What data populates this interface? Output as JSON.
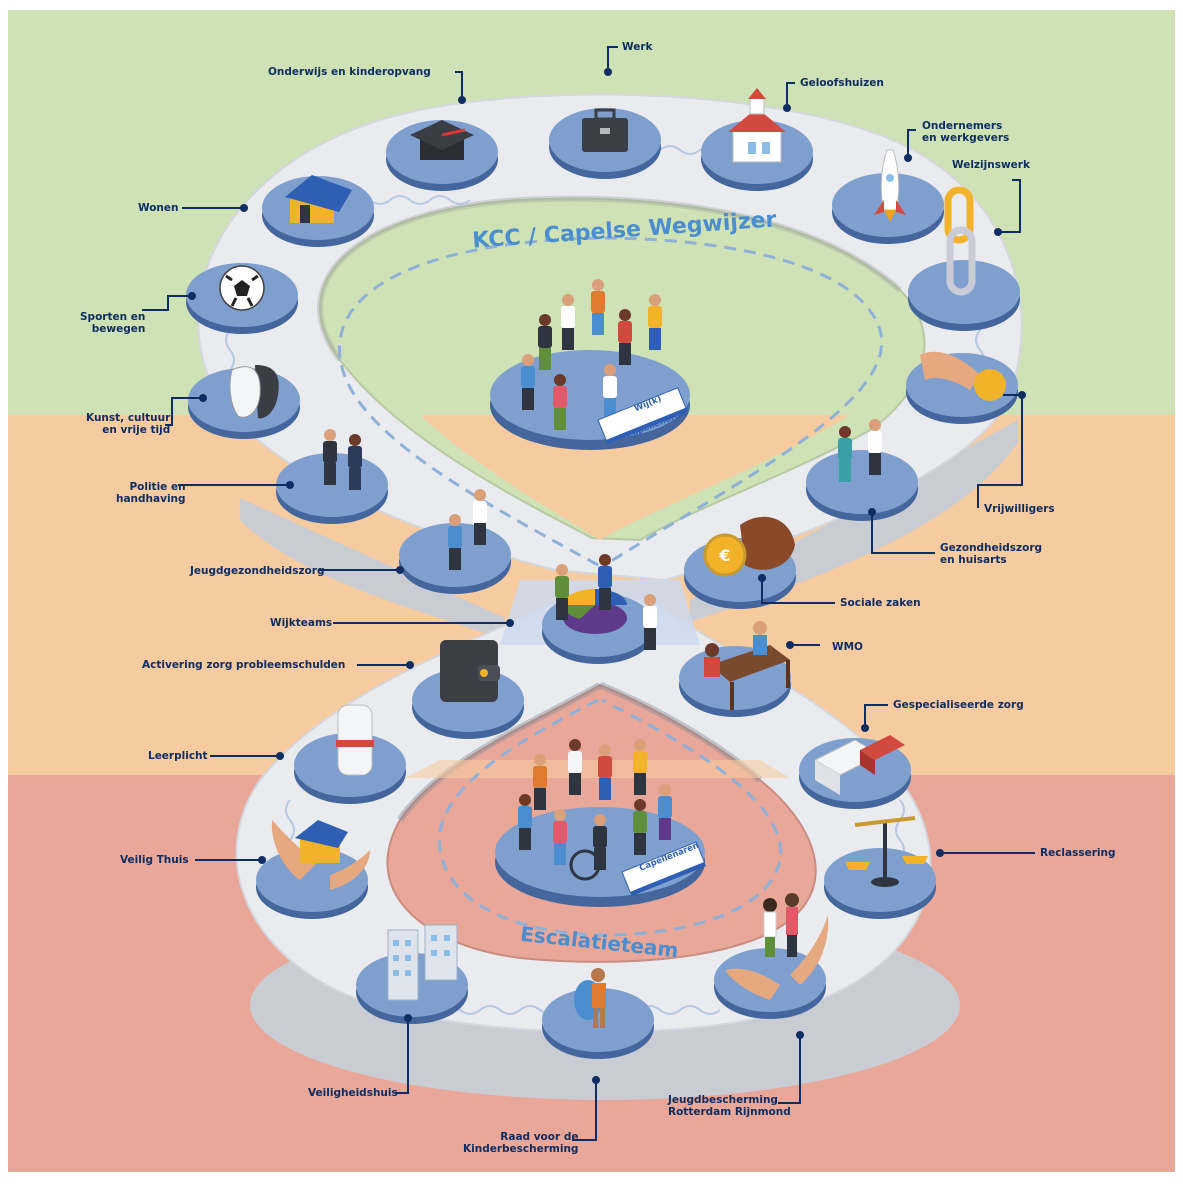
{
  "colors": {
    "zone_top": "#cfe2b5",
    "zone_mid": "#f6cba0",
    "zone_bottom": "#e9a799",
    "track": "#e9ebef",
    "track_side": "#c9ccd3",
    "disc": "#7f9fcf",
    "disc_dark": "#44669c",
    "label": "#0e2d63",
    "title": "#4a8ed0"
  },
  "titles": {
    "upper_ring": "KCC / Capelse Wegwijzer",
    "lower_ring": "Escalatieteam",
    "upper_center_sign": "Wij(k) Capellenaren",
    "lower_center_sign": "Capellenaren"
  },
  "labels": {
    "werk": "Werk",
    "onderwijs": "Onderwijs en kinderopvang",
    "geloofshuizen": "Geloofshuizen",
    "ondernemers": "Ondernemers\nen werkgevers",
    "welzijnswerk": "Welzijnswerk",
    "wonen": "Wonen",
    "sporten": "Sporten en\nbewegen",
    "kunst": "Kunst, cultuur\nen vrije tijd",
    "politie": "Politie en\nhandhaving",
    "vrijwilligers": "Vrijwilligers",
    "gezondheidszorg": "Gezondheidszorg\nen huisarts",
    "jeugdgezondheidszorg": "Jeugdgezondheidszorg",
    "sociale_zaken": "Sociale zaken",
    "wijkteams": "Wijkteams",
    "wmo": "WMO",
    "activering": "Activering zorg probleemschulden",
    "gespecialiseerde": "Gespecialiseerde zorg",
    "leerplicht": "Leerplicht",
    "reclassering": "Reclassering",
    "veilig_thuis": "Veilig Thuis",
    "veiligheidshuis": "Veiligheidshuis",
    "jeugdbescherming": "Jeugdbescherming\nRotterdam Rijnmond",
    "raad": "Raad voor de\nKinderbescherming"
  }
}
